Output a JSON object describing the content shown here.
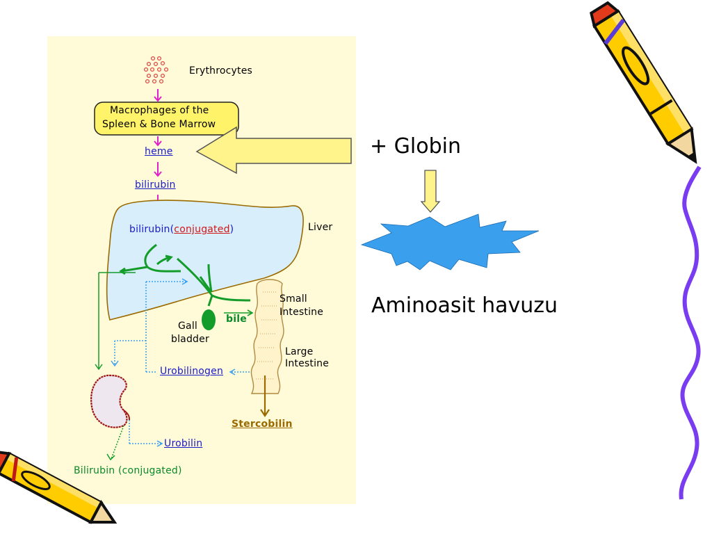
{
  "diagram": {
    "erythrocytes": "Erythrocytes",
    "macrophages_line1": "Macrophages of the",
    "macrophages_line2": "Spleen & Bone Marrow",
    "heme": "heme",
    "bilirubin": "bilirubin",
    "bilirubin_liver": "bilirubin(",
    "conjugated": "conjugated",
    "close_paren": ")",
    "liver": "Liver",
    "small_intestine_1": "Small",
    "small_intestine_2": "Intestine",
    "gall_1": "Gall",
    "gall_2": "bladder",
    "bile": "bile",
    "large_intestine_1": "Large",
    "large_intestine_2": "Intestine",
    "urobilinogen": "Urobilinogen",
    "stercobilin": "Stercobilin",
    "urobilin": "Urobilin",
    "bilirubin_conjugated": "Bilirubin (conjugated)"
  },
  "slide": {
    "globin": "+ Globin",
    "amino_pool": "Aminoasit havuzu"
  },
  "colors": {
    "panel": "#fffbd8",
    "liver": "#d8eefa",
    "arrow_fill": "#fff38c",
    "burst": "#3aa0ee",
    "wavy": "#7a3cf0"
  }
}
